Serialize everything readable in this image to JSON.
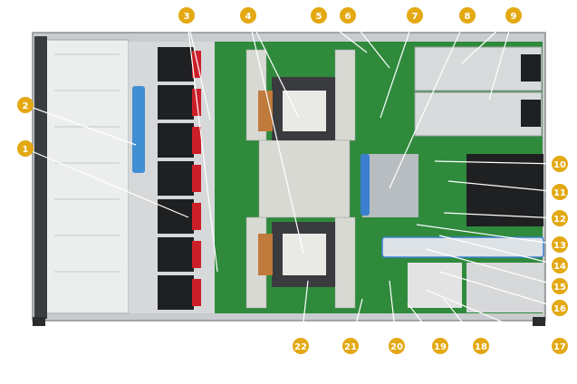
{
  "figure": {
    "colors": {
      "callout_fill": "#e3a812",
      "callout_text": "#ffffff",
      "motherboard": "#2f8a3c",
      "chassis": "#c9ccce",
      "fan_red": "#cc1f2a",
      "heatsink_copper": "#c07a3c",
      "dimm": "#d9d9d4",
      "riser_blue": "#3b7fd1",
      "psu": "#d8dbdc"
    },
    "callouts": [
      {
        "id": "1",
        "label": "1"
      },
      {
        "id": "2",
        "label": "2"
      },
      {
        "id": "3",
        "label": "3"
      },
      {
        "id": "4",
        "label": "4"
      },
      {
        "id": "5",
        "label": "5"
      },
      {
        "id": "6",
        "label": "6"
      },
      {
        "id": "7",
        "label": "7"
      },
      {
        "id": "8",
        "label": "8"
      },
      {
        "id": "9",
        "label": "9"
      },
      {
        "id": "10",
        "label": "10"
      },
      {
        "id": "11",
        "label": "11"
      },
      {
        "id": "12",
        "label": "12"
      },
      {
        "id": "13",
        "label": "13"
      },
      {
        "id": "14",
        "label": "14"
      },
      {
        "id": "15",
        "label": "15"
      },
      {
        "id": "16",
        "label": "16"
      },
      {
        "id": "17",
        "label": "17"
      },
      {
        "id": "18",
        "label": "18"
      },
      {
        "id": "19",
        "label": "19"
      },
      {
        "id": "20",
        "label": "20"
      },
      {
        "id": "21",
        "label": "21"
      },
      {
        "id": "22",
        "label": "22"
      }
    ]
  }
}
